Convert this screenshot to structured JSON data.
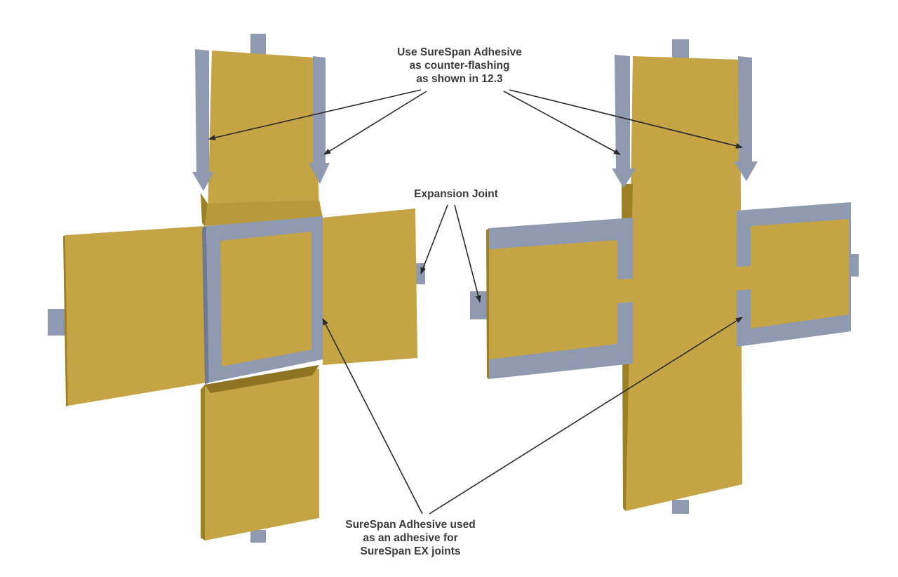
{
  "colors": {
    "membrane": "#c4a445",
    "membrane_edge": "#9c8024",
    "adhesive": "#8f9ab0",
    "adhesive_dark": "#6f7990",
    "leader": "#2a2a2a",
    "text": "#3b3b3b"
  },
  "callouts": {
    "counter_flashing": [
      "Use SureSpan Adhesive",
      "as counter-flashing",
      "as shown in 12.3"
    ],
    "expansion_joint": [
      "Expansion Joint"
    ],
    "adhesive_used": [
      "SureSpan Adhesive used",
      "as an adhesive for",
      "SureSpan EX joints"
    ]
  }
}
